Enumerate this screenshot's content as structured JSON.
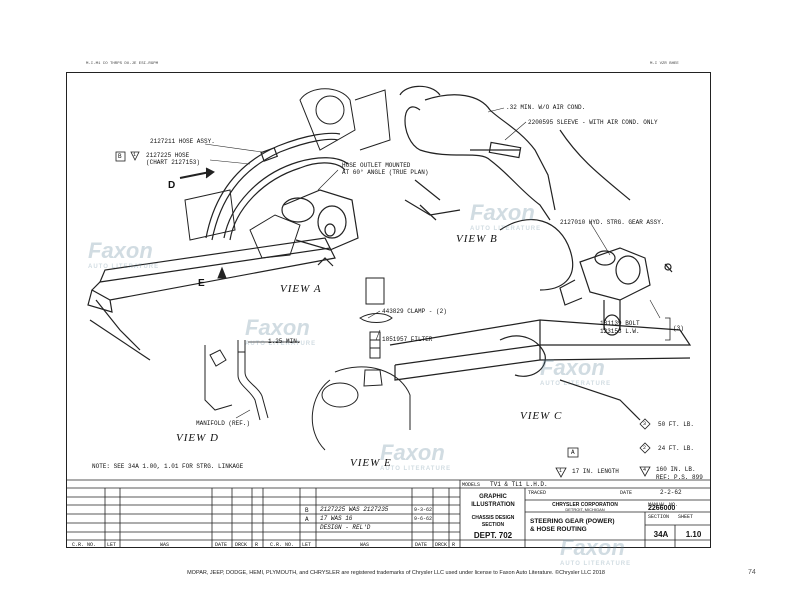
{
  "header": {
    "left_code": "M-I-M1 CO THRPS DU-JE ESI-RGPM",
    "right_code": "M-I VZR BHEE"
  },
  "labels": {
    "hose_assy": "2127211 HOSE ASSY.",
    "hose_chart_line1": "2127225 HOSE",
    "hose_chart_line2": "(CHART 2127153)",
    "flag_b": "B",
    "flag_1": "1",
    "outlet_line1": "HOSE OUTLET MOUNTED",
    "outlet_line2": "AT 60° ANGLE (TRUE PLAN)",
    "aircond_min": ".32 MIN. W/O AIR COND.",
    "sleeve": "2200595 SLEEVE - WITH AIR COND. ONLY",
    "gear_assy": "2127010 HYD. STRG. GEAR ASSY.",
    "clamp": "443829 CLAMP - (2)",
    "filter": "1851957 FILTER",
    "bolt_line1": "181139 BOLT",
    "bolt_line2": "123153 L.W.",
    "bolt_qty": "(3)",
    "min_125": "1.25 MIN.",
    "manifold": "MANIFOLD (REF.)",
    "letter_d": "D",
    "letter_e": "E",
    "note": "NOTE:  SEE 34A 1.00, 1.01 FOR STRG. LINKAGE",
    "flag_a": "A",
    "length_num": "1",
    "length": "17 IN. LENGTH",
    "torque1_num": "3",
    "torque1": "50 FT. LB.",
    "torque2_num": "2",
    "torque2": "24 FT. LB.",
    "torque3_num": "4",
    "torque3_line1": "160 IN. LB.",
    "torque3_line2": "REF: P.S. 899"
  },
  "views": {
    "a": "VIEW A",
    "b": "VIEW B",
    "c": "VIEW C",
    "d": "VIEW D",
    "e": "VIEW E"
  },
  "watermark": {
    "brand": "Faxon",
    "sub": "AUTO LITERATURE"
  },
  "title_block": {
    "models_label": "MODELS",
    "models": "TV1 & TL1 L.H.D.",
    "graphic_line1": "GRAPHIC",
    "graphic_line2": "ILLUSTRATION",
    "chassis_line1": "CHASSIS DESIGN",
    "chassis_line2": "SECTION",
    "dept": "DEPT. 702",
    "corp": "CHRYSLER CORPORATION",
    "corp_city": "DETROIT, MICHIGAN",
    "manual_no_label": "MANUAL NO.",
    "manual_no": "2266000",
    "traced_label": "TRACED",
    "date_label": "DATE",
    "date": "2-2-62",
    "title_line1": "STEERING GEAR (POWER)",
    "title_line2": "& HOSE ROUTING",
    "section_label": "SECTION",
    "section": "34A",
    "sheet_label": "SHEET",
    "sheet": "1.10",
    "rev_b": "B",
    "rev_b_text": "2127225 WAS 2127235",
    "rev_b_date": "9-3-62",
    "rev_a": "A",
    "rev_a_text": "17 WAS 16",
    "rev_a_date": "9-6-62",
    "rev_0_text": "DESIGN - REL'D",
    "bottom_cols": [
      "C.R. NO.",
      "LET",
      "WAS",
      "DATE",
      "DRCK",
      "R",
      "C.R. NO.",
      "LET",
      "WAS",
      "DATE",
      "DRCK",
      "R"
    ]
  },
  "footer": {
    "text": "MOPAR, JEEP, DODGE, HEMI, PLYMOUTH, and CHRYSLER are registered trademarks of Chrysler LLC used under license to Faxon Auto Literature. ©Chrysler LLC 2018",
    "page": "74"
  }
}
